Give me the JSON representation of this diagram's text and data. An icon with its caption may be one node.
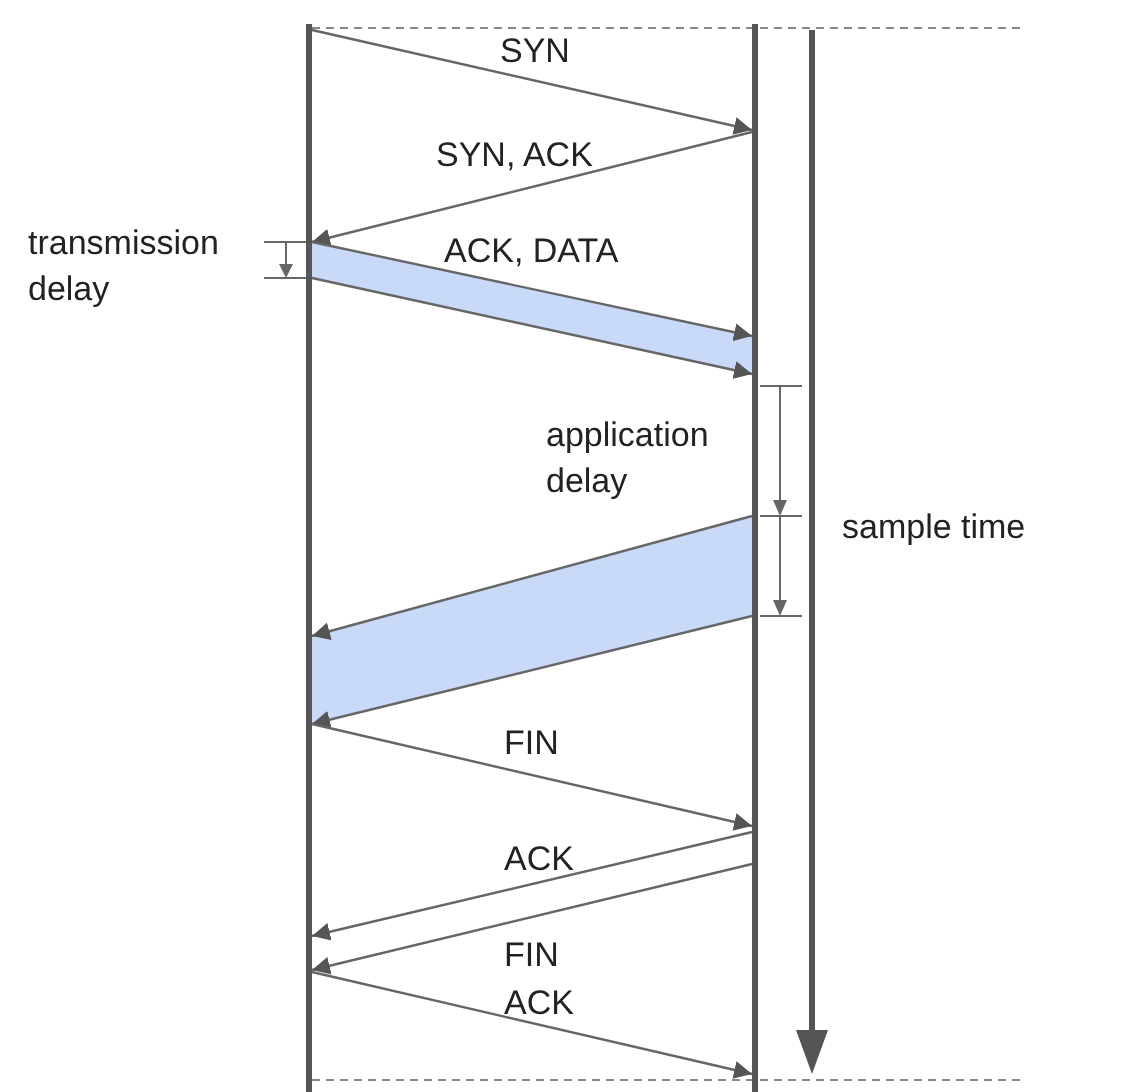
{
  "diagram": {
    "nodes": [
      {
        "text": [],
        "shape": "bar"
      },
      {
        "text": [],
        "shape": "bar"
      }
    ],
    "edges": [
      {
        "from": 0,
        "to": 1,
        "arrow": "to",
        "label": "SYN"
      },
      {
        "from": 1,
        "to": 0,
        "arrow": "to",
        "label": "SYN, ACK"
      },
      {
        "from": 0,
        "to": 1,
        "arrow": "to",
        "label": "ACK, DATA"
      },
      {
        "from": 0,
        "to": 1,
        "arrow": "to"
      },
      {
        "from": 1,
        "to": 0,
        "arrow": "to"
      },
      {
        "from": 1,
        "to": 0,
        "arrow": "to"
      },
      {
        "from": 0,
        "to": 1,
        "arrow": "to",
        "label": "FIN"
      },
      {
        "from": 1,
        "to": 0,
        "arrow": "to",
        "label": "ACK"
      },
      {
        "from": 1,
        "to": 0,
        "arrow": "to",
        "label": "FIN"
      },
      {
        "from": 0,
        "to": 1,
        "arrow": "to",
        "label": "ACK"
      }
    ],
    "labels": [
      "transmission delay",
      "application delay",
      "sample time"
    ]
  }
}
